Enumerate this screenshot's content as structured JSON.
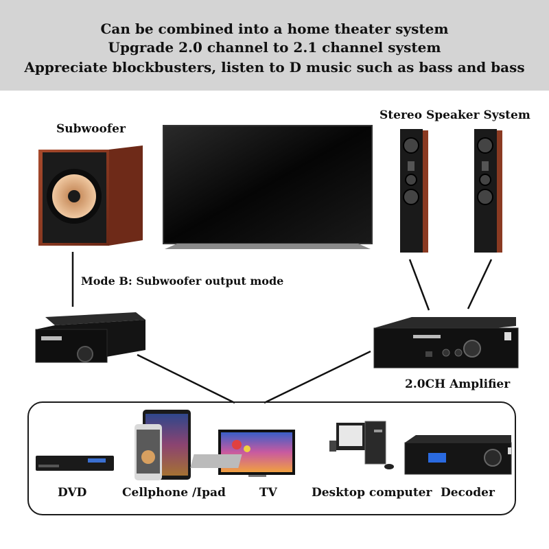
{
  "banner": {
    "line1": "Can be combined into a home theater system",
    "line2": "Upgrade 2.0 channel to 2.1 channel system",
    "line3": "Appreciate blockbusters, listen to D music such as bass and bass"
  },
  "labels": {
    "subwoofer": "Subwoofer",
    "stereo_system": "Stereo Speaker System",
    "mode_b": "Mode B: Subwoofer output mode",
    "amplifier": "2.0CH Amplifier"
  },
  "sources": [
    {
      "label": "DVD",
      "icon": "dvd-player-icon"
    },
    {
      "label": "Cellphone /Ipad",
      "icon": "phone-tablet-icon"
    },
    {
      "label": "TV",
      "icon": "tv-icon"
    },
    {
      "label": "Desktop computer",
      "icon": "desktop-computer-icon"
    },
    {
      "label": "Decoder",
      "icon": "decoder-icon"
    }
  ],
  "colors": {
    "banner_bg": "#d4d4d4",
    "wood": "#8a3a22",
    "device_black": "#141414",
    "cone": "#d9a57a"
  }
}
